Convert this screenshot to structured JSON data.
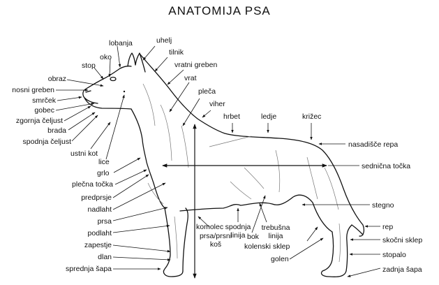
{
  "title": "ANATOMIJA PSA",
  "labels": {
    "lobanja": "lobanja",
    "uhelj": "uhelj",
    "tilnik": "tilnik",
    "vratni_greben": "vratni greben",
    "vrat": "vrat",
    "oko": "oko",
    "stop": "stop",
    "obraz": "obraz",
    "nosni_greben": "nosni greben",
    "smrcek": "smrček",
    "gobec": "gobec",
    "zgornja_celjust": "zgornja čeljust",
    "brada": "brada",
    "spodnja_celjust": "spodnja čeljust",
    "ustni_kot": "ustni kot",
    "lice": "lice",
    "grlo": "grlo",
    "plecna_tocka": "plečna točka",
    "predprsje": "predprsje",
    "nadlaht": "nadlaht",
    "prsa": "prsa",
    "podlaht": "podlaht",
    "zapestje": "zapestje",
    "dlan": "dlan",
    "sprednja_sapa": "sprednja šapa",
    "pleca": "pleča",
    "viher": "viher",
    "hrbet": "hrbet",
    "ledje": "ledje",
    "krizec": "križec",
    "nasadisce_repa": "nasadišče repa",
    "sednicna_tocka": "sednična točka",
    "stegno": "stegno",
    "rep": "rep",
    "skocni_sklep": "skočni sklep",
    "stopalo": "stopalo",
    "zadnja_sapa": "zadnja šapa",
    "komolec": "komolec",
    "prsa_prsni_kos_1": "prsa/prsni",
    "prsa_prsni_kos_2": "koš",
    "spodnja_linija_1": "spodnja",
    "spodnja_linija_2": "linija",
    "bok": "bok",
    "trebusna_linija_1": "trebušna",
    "trebusna_linija_2": "linija",
    "kolenski_sklep": "kolenski sklep",
    "golen": "golen"
  }
}
